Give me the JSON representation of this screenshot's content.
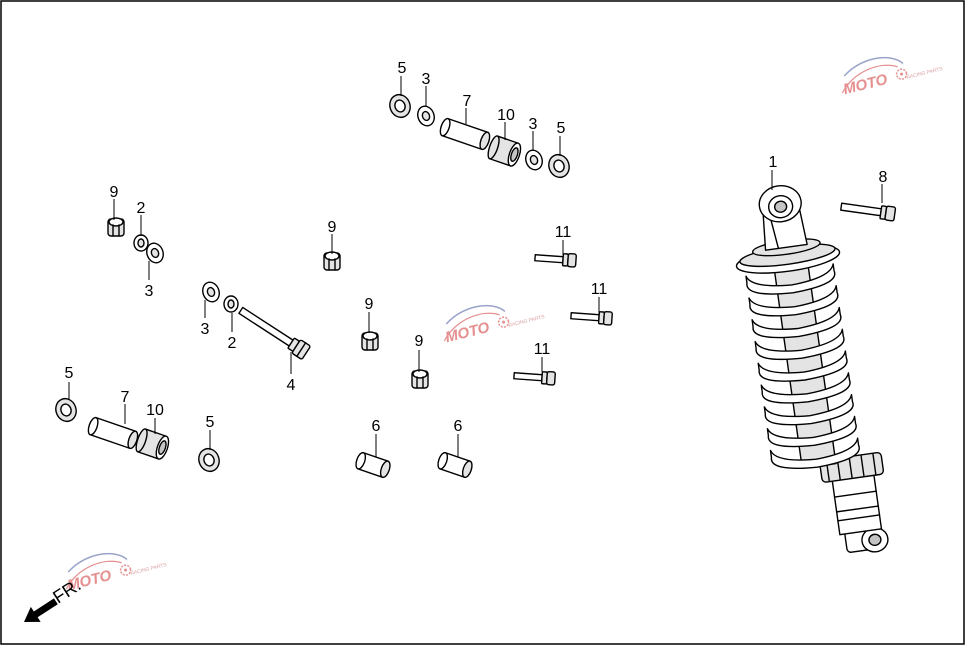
{
  "callouts": {
    "c1": "1",
    "c2a": "2",
    "c2b": "2",
    "c3a": "3",
    "c3b": "3",
    "c3c": "3",
    "c3d": "3",
    "c4": "4",
    "c5a": "5",
    "c5b": "5",
    "c5c": "5",
    "c5d": "5",
    "c6a": "6",
    "c6b": "6",
    "c7a": "7",
    "c7b": "7",
    "c8": "8",
    "c9a": "9",
    "c9b": "9",
    "c9c": "9",
    "c9d": "9",
    "c10a": "10",
    "c10b": "10",
    "c11a": "11",
    "c11b": "11",
    "c11c": "11"
  },
  "direction_label": "FR.",
  "watermark": {
    "brand": "MOTO",
    "sub": "RACING PARTS"
  },
  "colors": {
    "line": "#000000",
    "watermark": "#e58f8f",
    "watermark_swoosh": "#9aa3c9"
  },
  "icons": {
    "direction": "arrow-down-left-icon",
    "watermark": "gear-icon"
  }
}
